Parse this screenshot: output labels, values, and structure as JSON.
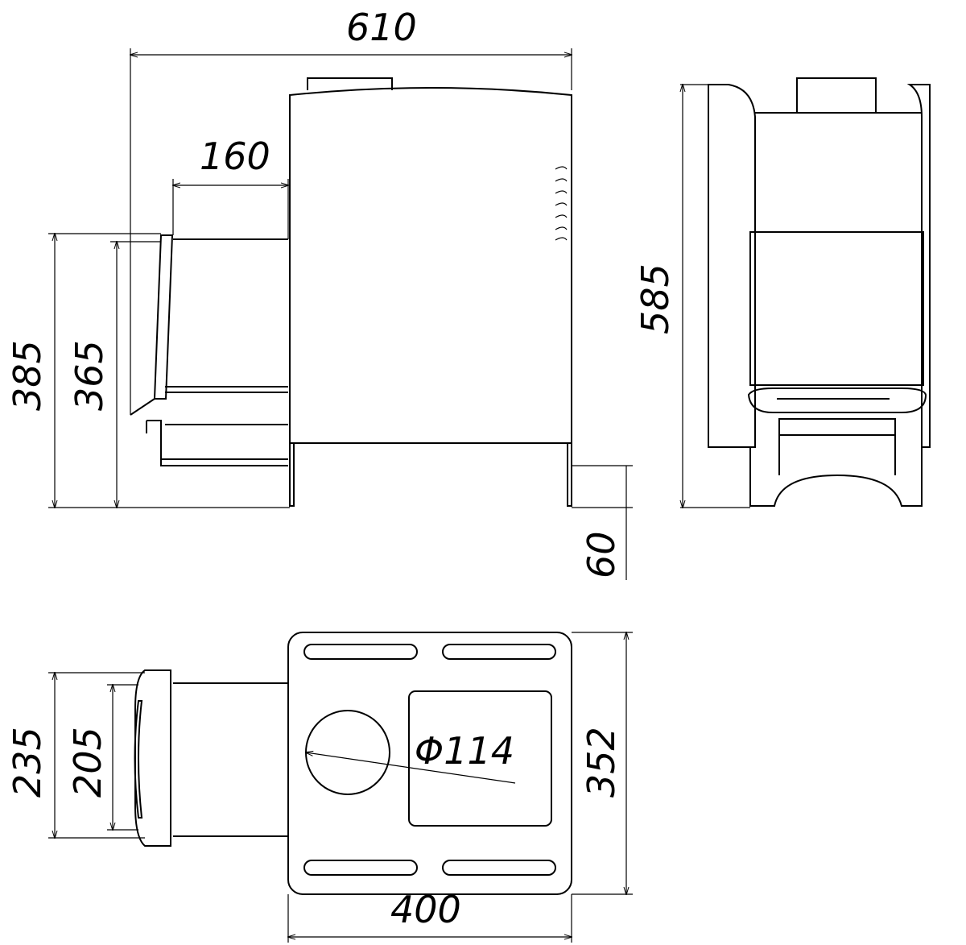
{
  "title": "Stove dimension drawing",
  "dimensions": {
    "overall_length": "610",
    "firebox_extension": "160",
    "height_door_outer": "385",
    "height_door_inner": "365",
    "leg_height": "60",
    "overall_height": "585",
    "door_width_outer": "235",
    "door_width_inner": "205",
    "body_depth": "352",
    "body_width": "400",
    "flue_diameter": "Φ114"
  },
  "colors": {
    "line": "#000000",
    "background": "#ffffff"
  }
}
